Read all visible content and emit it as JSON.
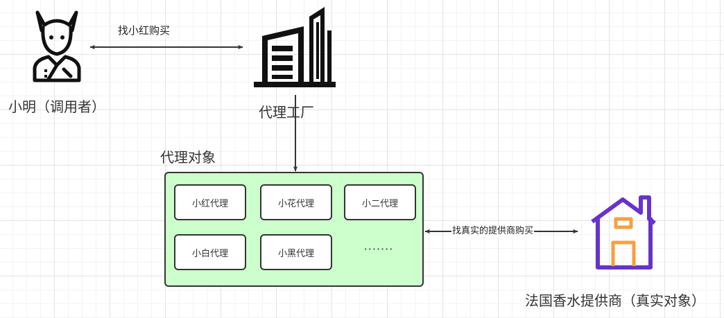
{
  "caller": {
    "label": "小明（调用者）",
    "icon": "person-icon"
  },
  "factory": {
    "label": "代理工厂",
    "icon": "office-building-icon"
  },
  "edge_caller_factory": {
    "label": "找小红购买"
  },
  "proxy_group": {
    "title": "代理对象",
    "fill_color": "#ccffcc",
    "items": [
      {
        "label": "小红代理"
      },
      {
        "label": "小花代理"
      },
      {
        "label": "小二代理"
      },
      {
        "label": "小白代理"
      },
      {
        "label": "小黑代理"
      },
      {
        "label": "·······"
      }
    ]
  },
  "edge_group_supplier": {
    "label": "找真实的提供商购买"
  },
  "supplier": {
    "label": "法国香水提供商（真实对象）",
    "icon": "house-icon",
    "icon_color": "#6633cc",
    "door_color": "#f5a042"
  }
}
